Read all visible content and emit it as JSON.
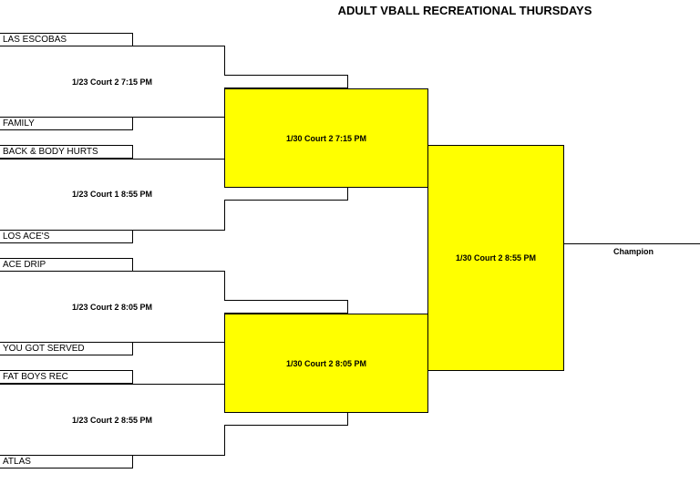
{
  "title": "ADULT VBALL RECREATIONAL THURSDAYS",
  "round1": [
    {
      "team_a": "LAS ESCOBAS",
      "team_b": "FAMILY",
      "label": "1/23 Court 2 7:15 PM"
    },
    {
      "team_a": "BACK & BODY HURTS",
      "team_b": "LOS ACE'S",
      "label": "1/23 Court 1 8:55 PM"
    },
    {
      "team_a": "ACE DRIP",
      "team_b": "YOU GOT SERVED",
      "label": "1/23 Court 2 8:05 PM"
    },
    {
      "team_a": "FAT BOYS REC",
      "team_b": "ATLAS",
      "label": "1/23 Court 2 8:55 PM"
    }
  ],
  "round2": [
    {
      "label": "1/30 Court 2 7:15 PM"
    },
    {
      "label": "1/30 Court 2 8:05 PM"
    }
  ],
  "final": {
    "label": "1/30 Court 2 8:55 PM"
  },
  "champion_label": "Champion",
  "colors": {
    "highlight": "#ffff00",
    "line": "#000000"
  }
}
